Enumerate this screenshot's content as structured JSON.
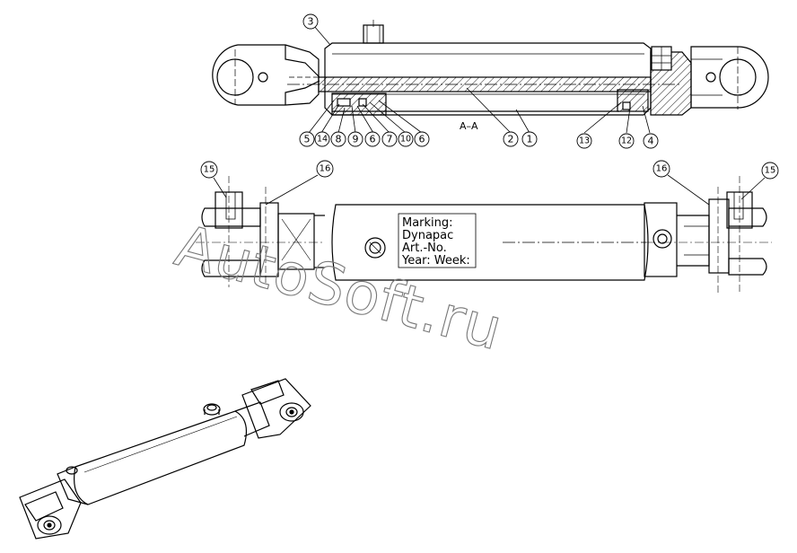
{
  "section_label": "A–A",
  "balloons": {
    "top_view": [
      {
        "id": "b3",
        "text": "3"
      },
      {
        "id": "b5",
        "text": "5"
      },
      {
        "id": "b14",
        "text": "14"
      },
      {
        "id": "b8",
        "text": "8"
      },
      {
        "id": "b9",
        "text": "9"
      },
      {
        "id": "b6a",
        "text": "6"
      },
      {
        "id": "b7",
        "text": "7"
      },
      {
        "id": "b10",
        "text": "10"
      },
      {
        "id": "b6b",
        "text": "6"
      },
      {
        "id": "b2",
        "text": "2"
      },
      {
        "id": "b1",
        "text": "1"
      },
      {
        "id": "b13",
        "text": "13"
      },
      {
        "id": "b12",
        "text": "12"
      },
      {
        "id": "b4",
        "text": "4"
      }
    ],
    "side_view": [
      {
        "id": "b15l",
        "text": "15"
      },
      {
        "id": "b16l",
        "text": "16"
      },
      {
        "id": "b16r",
        "text": "16"
      },
      {
        "id": "b15r",
        "text": "15"
      }
    ]
  },
  "marking_box": {
    "lines": [
      "Marking:",
      "Dynapac",
      "Art.-No.",
      "Year: Week:"
    ]
  },
  "watermark": "AutoSoft.ru"
}
